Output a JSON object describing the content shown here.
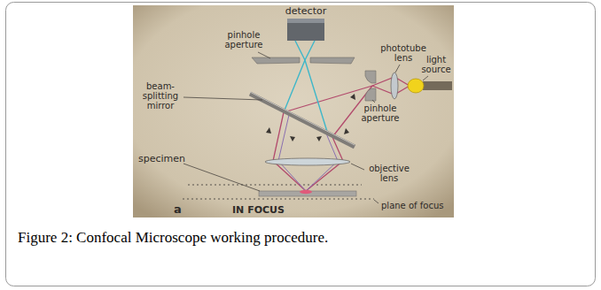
{
  "diagram": {
    "caption": "Figure 2: Confocal Microscope working procedure.",
    "labels": [
      "detector",
      "pinhole aperture",
      "beam-splitting mirror",
      "phototube lens",
      "light source",
      "pinhole aperture",
      "objective lens",
      "specimen",
      "plane of focus",
      "a",
      "IN FOCUS"
    ]
  }
}
